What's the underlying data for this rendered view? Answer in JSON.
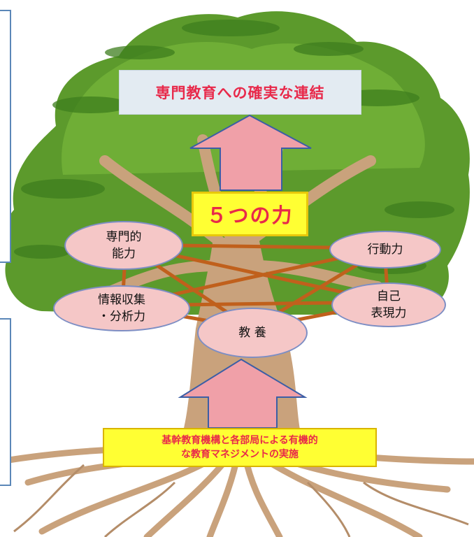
{
  "top_box": {
    "text": "専門教育への確実な連結"
  },
  "center_box": {
    "text": "５つの力"
  },
  "bottom_box": {
    "line1": "基幹教育機構と各部局による有機的",
    "line2": "な教育マネジメントの実施"
  },
  "nodes": {
    "specialist": {
      "line1": "専門的",
      "line2": "能力"
    },
    "action": {
      "line1": "行動力"
    },
    "information": {
      "line1": "情報収集",
      "line2": "・分析力"
    },
    "self_expression": {
      "line1": "自己",
      "line2": "表現力"
    },
    "culture": {
      "line1": "教 養"
    }
  },
  "colors": {
    "foliage": "#5c9a2c",
    "foliage_light": "#74b33a",
    "trunk": "#c9a27c",
    "link": "#c0601c",
    "node_fill": "#f5c7c7",
    "node_border": "#7d8ec4",
    "arrow_fill": "#f0a0a8",
    "arrow_border": "#3b5ea6",
    "accent_text": "#e8294a",
    "box_yellow": "#ffff33"
  }
}
